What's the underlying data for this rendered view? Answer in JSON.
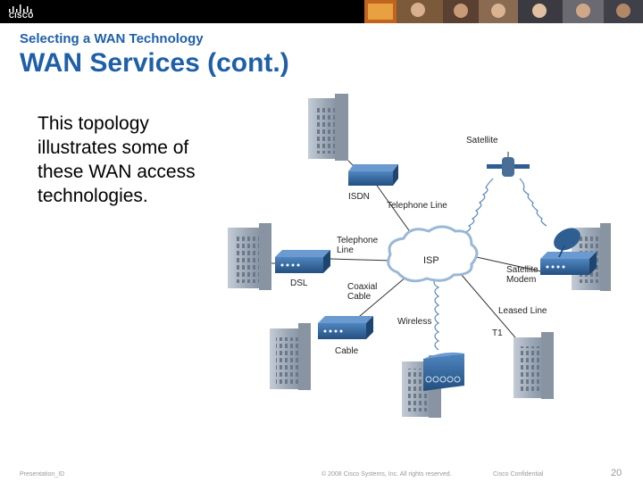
{
  "header": {
    "logo_text": "CISCO",
    "subtitle": "Selecting a WAN Technology",
    "title": "WAN Services (cont.)"
  },
  "body": {
    "text": "This topology illustrates some of these WAN access technologies."
  },
  "diagram": {
    "labels": {
      "satellite": "Satellite",
      "isdn": "ISDN",
      "telephone_line_top": "Telephone Line",
      "telephone_line": "Telephone\nLine",
      "isp": "ISP",
      "satellite_modem": "Satellite\nModem",
      "dsl": "DSL",
      "coaxial_cable": "Coaxial\nCable",
      "leased_line": "Leased Line",
      "wireless": "Wireless",
      "t1": "T1",
      "cable": "Cable"
    }
  },
  "footer": {
    "presentation_id": "Presentation_ID",
    "copyright": "© 2008 Cisco Systems, Inc. All rights reserved.",
    "confidential": "Cisco Confidential",
    "page_number": "20"
  },
  "colors": {
    "title_blue": "#1f5fa8",
    "device_blue": "#2f5f92",
    "building_gray": "#9aa6b4"
  }
}
